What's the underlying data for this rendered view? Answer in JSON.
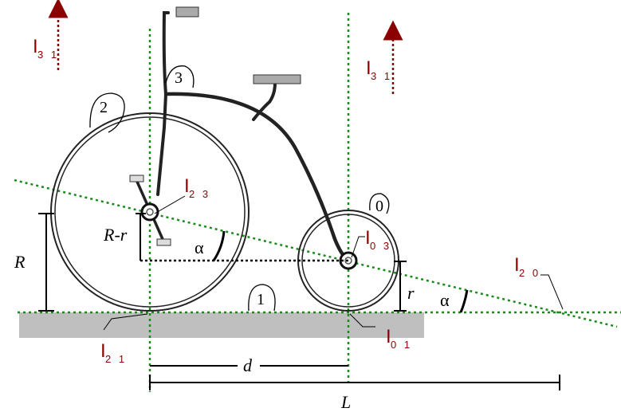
{
  "colors": {
    "ic_color": "#8B0000",
    "guide_green": "#1a8a1a",
    "frame": "#222222",
    "ground": "#bfbfbf",
    "pedal": "#aaaaaa",
    "black": "#000000"
  },
  "instant_centers": {
    "i31_left": {
      "letter": "I",
      "sub": "3 1"
    },
    "i31_right": {
      "letter": "I",
      "sub": "3 1"
    },
    "i23": {
      "letter": "I",
      "sub": "2 3"
    },
    "i03": {
      "letter": "I",
      "sub": "0 3"
    },
    "i20": {
      "letter": "I",
      "sub": "2 0"
    },
    "i21": {
      "letter": "I",
      "sub": "2 1"
    },
    "i01": {
      "letter": "I",
      "sub": "0 1"
    }
  },
  "body_labels": {
    "front_wheel": "2",
    "frame": "3",
    "rear_wheel": "0",
    "ground": "1"
  },
  "dimensions": {
    "big_radius": "R",
    "radius_diff": "R-r",
    "small_radius": "r",
    "wheel_distance": "d",
    "total_length": "L",
    "angle_left": "α",
    "angle_right": "α"
  }
}
